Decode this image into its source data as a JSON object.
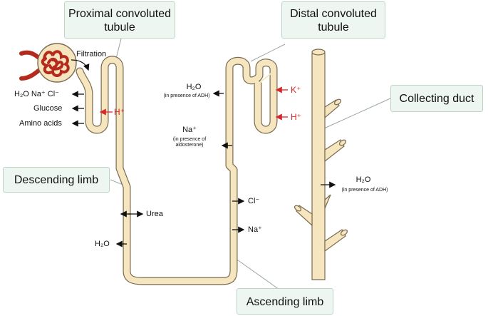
{
  "callouts": {
    "proximal": {
      "line1": "Proximal convoluted",
      "line2": "tubule"
    },
    "distal": {
      "line1": "Distal convoluted",
      "line2": "tubule"
    },
    "collecting": "Collecting duct",
    "descending": "Descending limb",
    "ascending": "Ascending limb"
  },
  "labels": {
    "filtration": "Filtration",
    "h2o_na_cl": "H₂O   Na⁺   Cl⁻",
    "glucose": "Glucose",
    "amino_acids": "Amino acids",
    "h_plus_proximal": "H⁺",
    "h2o_distal": "H₂O",
    "adh_distal": "(in presence of ADH)",
    "k_plus": "K⁺",
    "h_plus_distal": "H⁺",
    "na_distal": "Na⁺",
    "aldosterone_1": "(in presence of",
    "aldosterone_2": "aldosterone)",
    "cl_ascending": "Cl⁻",
    "na_ascending": "Na⁺",
    "urea": "Urea",
    "h2o_descending": "H₂O",
    "h2o_collecting": "H₂O",
    "adh_collecting": "(in presence of ADH)"
  },
  "colors": {
    "tubule_fill": "#f6e6bf",
    "tubule_stroke": "#7a6a50",
    "glomerulus": "#b52a1c",
    "capsule": "#f6e6bf",
    "callout_bg": "#eef6f1",
    "arrow_red": "#d8262b",
    "arrow_black": "#111111"
  }
}
